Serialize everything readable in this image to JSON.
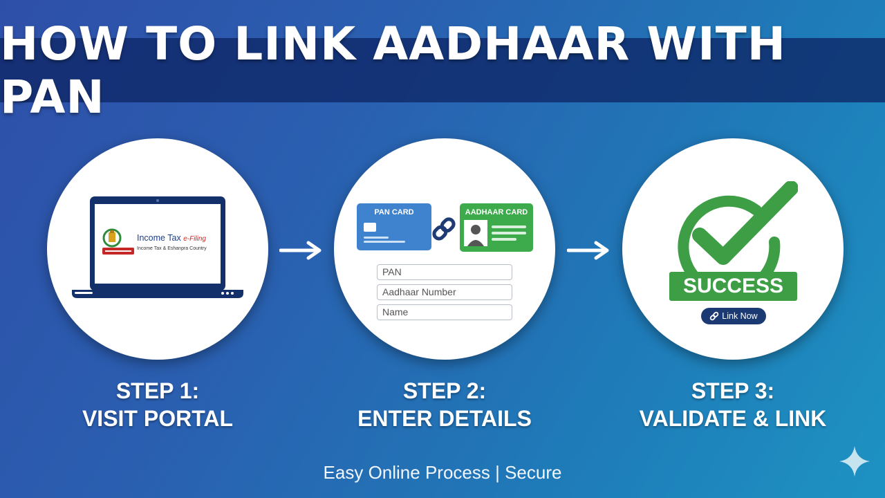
{
  "title": "HOW TO LINK AADHAAR WITH PAN",
  "steps": [
    {
      "label_line1": "STEP 1:",
      "label_line2": "VISIT PORTAL"
    },
    {
      "label_line1": "STEP 2:",
      "label_line2": "ENTER DETAILS"
    },
    {
      "label_line1": "STEP 3:",
      "label_line2": "VALIDATE & LINK"
    }
  ],
  "portal": {
    "name": "Income Tax",
    "name_suffix": "e-Filing",
    "subtitle": "Income Tax & Eshanpra Country"
  },
  "cards": {
    "pan_title": "PAN CARD",
    "aadhaar_title": "AADHAAR CARD"
  },
  "form": {
    "fields": [
      "PAN",
      "Aadhaar Number",
      "Name"
    ]
  },
  "result": {
    "banner": "SUCCESS",
    "button": "Link Now"
  },
  "footer": "Easy Online Process | Secure",
  "colors": {
    "title_band": "#0e2666",
    "success_green": "#3d9e45",
    "pan_blue": "#3f83cf",
    "aadhaar_green": "#3dab4c",
    "link_button": "#1b3a74"
  },
  "icons": [
    "laptop-icon",
    "emblem-icon",
    "chain-link-icon",
    "person-icon",
    "check-circle-icon",
    "link-icon",
    "arrow-right-icon",
    "sparkle-icon"
  ]
}
